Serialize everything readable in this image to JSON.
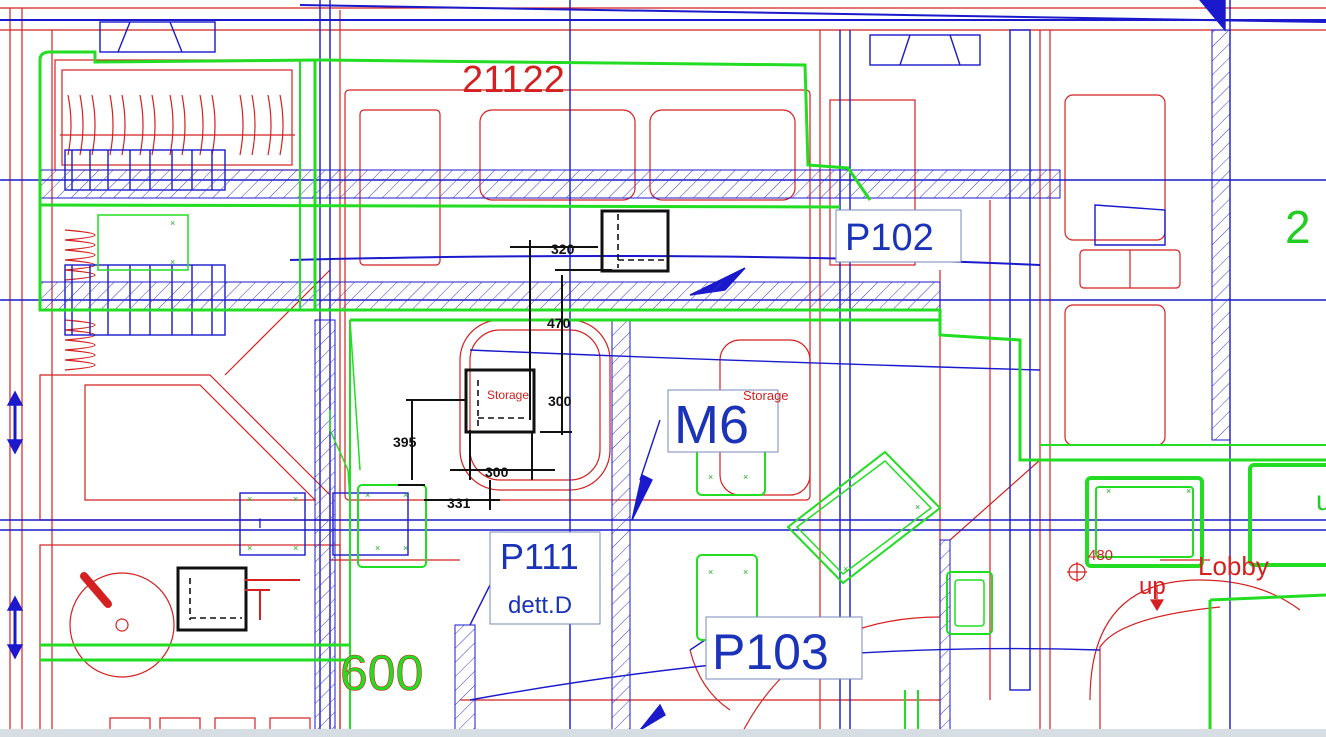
{
  "labels": {
    "area_code_top": "21122",
    "area_code_right_partial": "2",
    "room_p102": "P102",
    "room_m6": "M6",
    "room_p111": "P111",
    "detail_ref": "dett.D",
    "room_p103": "P103",
    "storage_left": "Storage",
    "storage_right": "Storage",
    "lobby": "Lobby",
    "stair_up": "up",
    "dim_480": "480",
    "code_600": "600",
    "marker_i": "I",
    "partial_u": "u"
  },
  "dimensions": {
    "d320": "320",
    "d470": "470",
    "d300_vertical": "300",
    "d395": "395",
    "d300_horizontal": "300",
    "d331": "331"
  },
  "colors": {
    "architecture_red": "#d42020",
    "structure_blue": "#1a1acc",
    "boundary_green": "#22dd22",
    "dimension_black": "#111111",
    "label_blue": "#1a33b8",
    "footer_strip": "#d6dde3"
  }
}
